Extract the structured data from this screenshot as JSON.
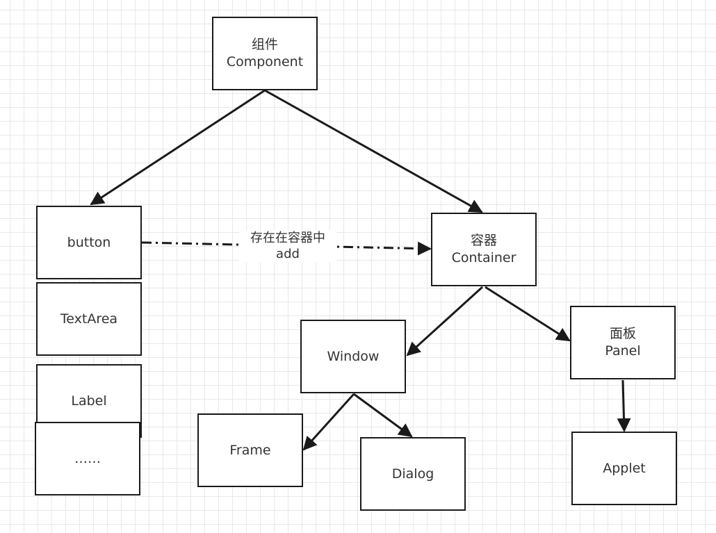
{
  "nodes": {
    "component": {
      "line1": "组件",
      "line2": "Component"
    },
    "button": {
      "label": "button"
    },
    "textarea": {
      "label": "TextArea"
    },
    "label": {
      "label": "Label"
    },
    "more": {
      "label": "……"
    },
    "container": {
      "line1": "容器",
      "line2": "Container"
    },
    "window": {
      "label": "Window"
    },
    "panel": {
      "line1": "面板",
      "line2": "Panel"
    },
    "frame": {
      "label": "Frame"
    },
    "dialog": {
      "label": "Dialog"
    },
    "applet": {
      "label": "Applet"
    }
  },
  "edge_add": {
    "line1": "存在在容器中",
    "line2": "add"
  },
  "colors": {
    "stroke": "#1a1a1a",
    "text": "#333333",
    "grid": "#e8e8e8"
  }
}
